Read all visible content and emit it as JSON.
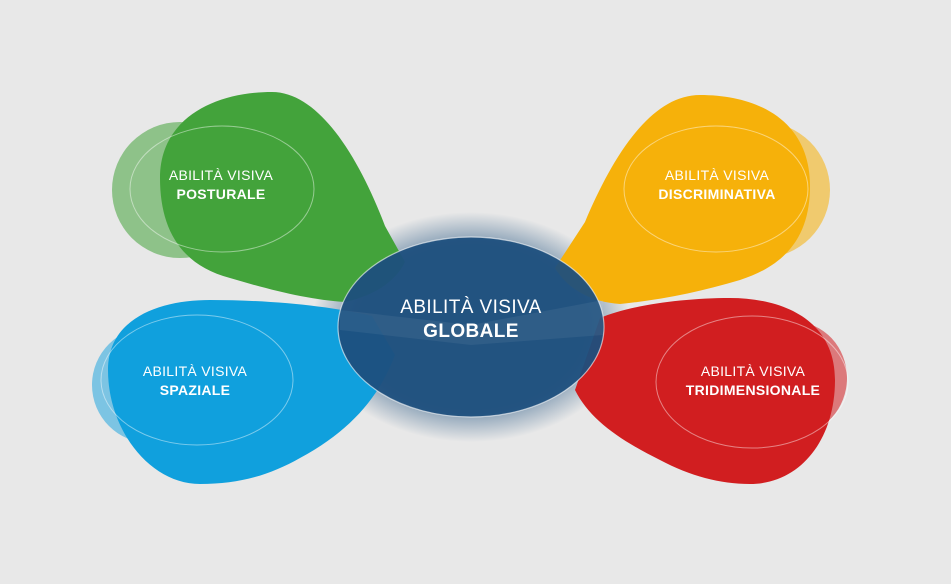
{
  "center": {
    "line1": "ABILITÀ VISIVA",
    "line2": "GLOBALE",
    "color": "#1d4f7d"
  },
  "petals": {
    "posturale": {
      "line1": "ABILITÀ VISIVA",
      "line2": "POSTURALE",
      "color": "#43a33b"
    },
    "discriminativa": {
      "line1": "ABILITÀ VISIVA",
      "line2": "DISCRIMINATIVA",
      "color": "#f6b10a"
    },
    "spaziale": {
      "line1": "ABILITÀ VISIVA",
      "line2": "SPAZIALE",
      "color": "#10a0dd"
    },
    "tridimensionale": {
      "line1": "ABILITÀ VISIVA",
      "line2": "TRIDIMENSIONALE",
      "color": "#d11e20"
    }
  },
  "background_color": "#e8e8e8"
}
